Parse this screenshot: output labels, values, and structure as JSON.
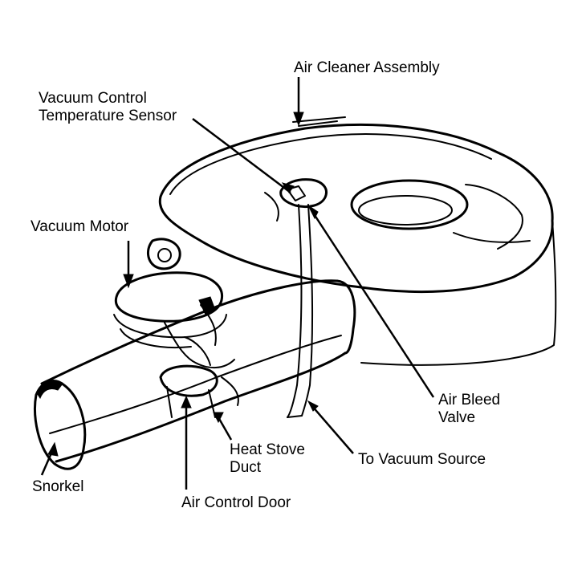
{
  "labels": {
    "air_cleaner_assembly": "Air Cleaner Assembly",
    "vacuum_control_temperature_sensor": [
      "Vacuum Control",
      "Temperature Sensor"
    ],
    "vacuum_motor": "Vacuum Motor",
    "air_bleed_valve": [
      "Air Bleed",
      "Valve"
    ],
    "heat_stove_duct": [
      "Heat Stove",
      "Duct"
    ],
    "to_vacuum_source": "To Vacuum Source",
    "snorkel": "Snorkel",
    "air_control_door": "Air Control Door"
  },
  "colors": {
    "ink": "#000000",
    "paper": "#ffffff"
  }
}
